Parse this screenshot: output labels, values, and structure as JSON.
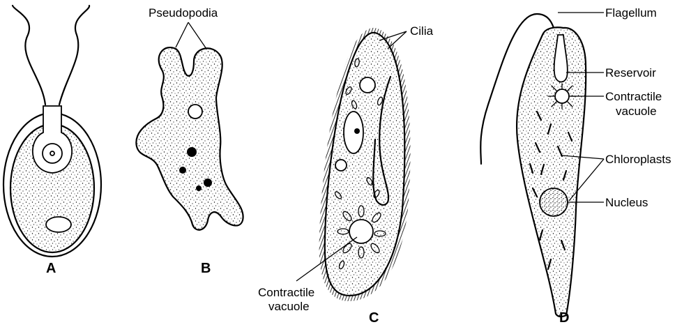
{
  "figure": {
    "panels": [
      {
        "id": "A",
        "label": "A",
        "annotations": []
      },
      {
        "id": "B",
        "label": "B",
        "annotations": [
          "Pseudopodia"
        ]
      },
      {
        "id": "C",
        "label": "C",
        "annotations": [
          "Cilia",
          "Contractile vacuole"
        ]
      },
      {
        "id": "D",
        "label": "D",
        "annotations": [
          "Flagellum",
          "Reservoir",
          "Contractile vacuole",
          "Chloroplasts",
          "Nucleus"
        ]
      }
    ],
    "label_text": {
      "pseudopodia": "Pseudopodia",
      "cilia": "Cilia",
      "contractile_vacuole_c_line1": "Contractile",
      "contractile_vacuole_c_line2": "vacuole",
      "flagellum": "Flagellum",
      "reservoir": "Reservoir",
      "contractile_vacuole_d_line1": "Contractile",
      "contractile_vacuole_d_line2": "vacuole",
      "chloroplasts": "Chloroplasts",
      "nucleus": "Nucleus"
    }
  }
}
